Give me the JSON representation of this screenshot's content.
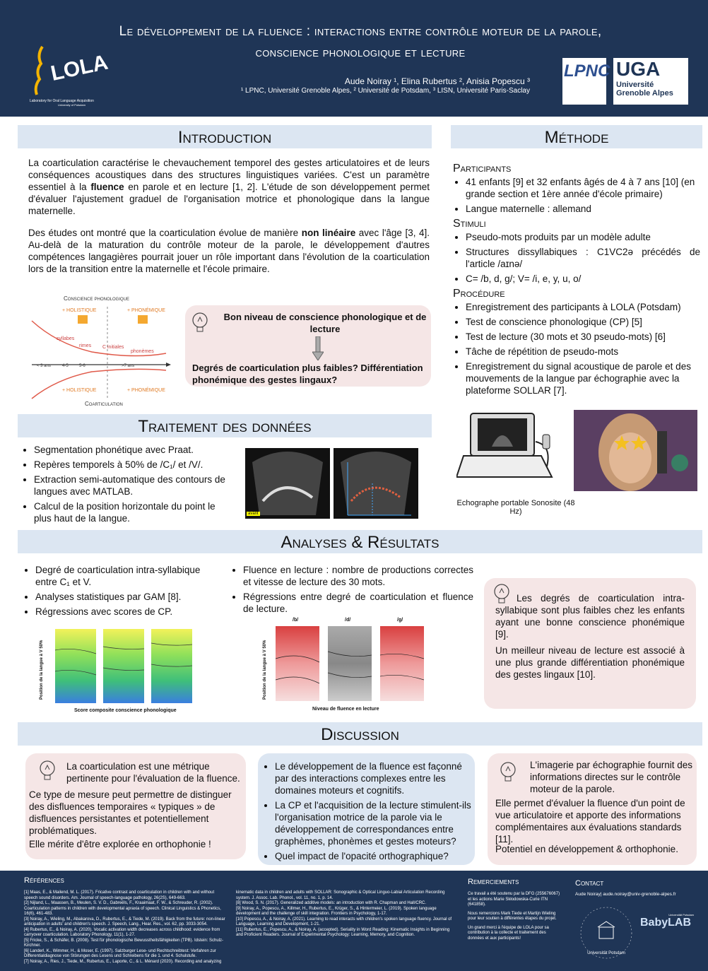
{
  "header": {
    "title_line1": "Le développement de la fluence : interactions entre contrôle moteur de la parole,",
    "title_line2": "conscience phonologique et lecture",
    "authors": "Aude Noiray ¹, Elina Rubertus ², Anisia Popescu ³",
    "affiliations": "¹ LPNC, Université Grenoble Alpes, ² Université de Potsdam, ³ LISN, Université Paris-Saclay",
    "lola_logo": "LOLA",
    "lola_sub": "Laboratory for Oral Language Acquisition",
    "lola_sub2": "University of Potsdam",
    "lpnc_logo": "LPNC",
    "uga_logo": "UGA",
    "uga_line1": "Université",
    "uga_line2": "Grenoble Alpes"
  },
  "introduction": {
    "heading": "Introduction",
    "p1_a": "La coarticulation caractérise le chevauchement temporel des gestes articulatoires et de leurs conséquences acoustiques dans des structures linguistiques variées. C'est un paramètre essentiel à la ",
    "p1_bold": "fluence",
    "p1_b": " en parole et en lecture [1, 2]. L'étude de son développement permet d'évaluer l'ajustement graduel de l'organisation motrice et phonologique dans la langue maternelle.",
    "p2_a": "Des études ont montré que la coarticulation évolue de manière ",
    "p2_bold": "non linéaire",
    "p2_b": " avec l'âge [3, 4]. Au-delà de la maturation du contrôle moteur de la parole, le développement d'autres compétences langagières pourrait jouer un rôle important dans l'évolution de la coarticulation lors de la transition entre la maternelle et l'école primaire.",
    "diagram": {
      "top_label": "Conscience phonologique",
      "holistic": "+ HOLISTIQUE",
      "phonemic": "+ PHONÉMIQUE",
      "syllabes": "syllabes",
      "rimes": "rimes",
      "c_initiales": "C initiales",
      "phonemes": "phonèmes",
      "ages": [
        "< 3 ans",
        "4-5",
        "5-6",
        ">7 ans"
      ],
      "bottom_holistic": "+ HOLISTIQUE",
      "bottom_phonemic": "+ PHONÉMIQUE",
      "bottom_label": "Coarticulation"
    },
    "box_top": "Bon niveau de conscience phonologique et de lecture",
    "box_bottom": "Degrés de coarticulation plus faibles? Différentiation phonémique des gestes lingaux?"
  },
  "methode": {
    "heading": "Méthode",
    "participants_title": "Participants",
    "participants": [
      "41 enfants [9] et 32 enfants âgés de 4 à 7 ans [10] (en grande section et 1ère année d'école primaire)",
      "Langue maternelle : allemand"
    ],
    "stimuli_title": "Stimuli",
    "stimuli": [
      "Pseudo-mots produits par un modèle adulte",
      "Structures dissyllabiques : C1VC2ə précédés de l'article /aɪnə/",
      "C= /b, d, g/; V= /i, e, y,  u, o/"
    ],
    "procedure_title": "Procédure",
    "procedure": [
      "Enregistrement des participants à LOLA (Potsdam)",
      "Test de conscience phonologique (CP) [5]",
      "Test de lecture (30 mots et 30 pseudo-mots) [6]",
      "Tâche de répétition de pseudo-mots",
      "Enregistrement du signal acoustique de parole et des mouvements de la langue par échographie avec la plateforme SOLLAR [7]."
    ],
    "caption": "Echographe portable Sonosite (48 Hz)"
  },
  "traitement": {
    "heading": "Traitement des données",
    "items": [
      "Segmentation phonétique avec Praat.",
      "Repères temporels à 50% de /C₁/  et /V/.",
      "Extraction semi-automatique des contours de langues avec MATLAB.",
      "Calcul de la position horizontale du point le plus haut de la langue."
    ],
    "avant_label": "avant"
  },
  "analyses": {
    "heading": "Analyses & Résultats",
    "col1": [
      "Degré de coarticulation intra-syllabique entre C₁ et V.",
      "Analyses statistiques par GAM [8].",
      "Régressions avec scores de CP."
    ],
    "col2": [
      "Fluence en lecture : nombre de productions correctes et vitesse de lecture des 30 mots.",
      "Régressions entre degré de coarticulation et fluence de lecture."
    ],
    "plot1_ylabel": "Position de la langue à V 50%",
    "plot1_xlabel": "Score composite conscience phonologique",
    "plot2_ylabel": "Position de la langue à V 50%",
    "plot2_xlabel": "Niveau de fluence en lecture",
    "plot2_panels": [
      "/b/",
      "/d/",
      "/g/"
    ],
    "box_p1": "Les degrés de coarticulation intra-syllabique sont plus faibles chez les enfants ayant une bonne conscience phonémique [9].",
    "box_p2": "Un meilleur niveau de lecture est associé à une plus grande différentiation phonémique des gestes lingaux [10]."
  },
  "discussion": {
    "heading": "Discussion",
    "left_lead": "La coarticulation est une métrique pertinente pour l'évaluation de la fluence.",
    "left_p1": "Ce type de mesure peut permettre de distinguer des disfluences temporaires « typiques » de disfluences persistantes et potentiellement problématiques.",
    "left_p2": "Elle mérite d'être explorée en orthophonie !",
    "middle": [
      "Le développement de la fluence est façonné par des interactions complexes entre les domaines moteurs et cognitifs.",
      "La CP et l'acquisition de la lecture stimulent-ils l'organisation motrice de la parole via le développement de correspondances entre graphèmes, phonèmes et gestes moteurs?",
      "Quel impact de l'opacité orthographique?"
    ],
    "right_lead": "L'imagerie par échographie fournit des informations directes sur le contrôle moteur de la parole.",
    "right_p1": "Elle permet d'évaluer la fluence d'un point de vue articulatoire et apporte des informations complémentaires aux évaluations standards [11].",
    "right_p2": "Potentiel en développement & orthophonie."
  },
  "footer": {
    "refs_title": "Références",
    "refs_left": [
      "[1] Maas, E., & Mailend, M. L. (2017). Fricative contrast and coarticulation in children with and without speech sound disorders. Am. Journal of speech-language pathology, 26(2S), 649-663.",
      "[2] Nijland, L., Maassen, B., Meulen, S. V. D., Gabreëls, F., Kraaimaat, F. W., & Schreuder, R. (2002). Coarticulation patterns in children with developmental apraxia of speech. Clinical Linguistics & Phonetics, 16(6), 461-483.",
      "[3] Noiray, A., Wieling, M., Abakarova, D., Rubertus, E., & Tiede, M. (2019). Back from the future: non-linear anticipation in adults' and children's speech. J. Speech, Lang., Hear. Res., vol. 62, pp. 3033-3054.",
      "[4] Rubertus, E., & Noiray, A. (2020). Vocalic activation width decreases across childhood: evidence from carryover coarticulation. Laboratory Phonology, 11(1), 1-27.",
      "[5] Fricke, S., & Schäfer, B. (2008). Test für phonologische Bewusstheitsfähigkeiten (TPB). Idstein: Schulz-Kirchner.",
      "[6] Landerl, K., Wimmer, H., & Moser, E. (1997). Salzburger Lese- und Rechtschreibtest: Verfahren zur Differentialdiagnose von Störungen des Lesens und Schreibens für die 1. und 4. Schulstufe.",
      "[7] Noiray, A., Ries, J., Tiede, M., Rubertus, E., Laporte, C., & L. Ménard (2020). Recording and analyzing"
    ],
    "refs_right": [
      "kinematic data in children and adults with SOLLAR: Sonographic & Optical Linguo-Labial Articulation Recording system. J. Assoc. Lab. Phonol., vol. 11, no. 1, p. 14.",
      "[8] Wood, S. N. (2017). Generalized additive models: an introduction with R. Chapman and Hall/CRC.",
      "[9] Noiray, A., Popescu, A., Killmer, H., Rubertus, E., Krüger, S., & Hintermeier, L. (2019). Spoken language development and the challenge of skill integration. Frontiers in Psychology, 1-17.",
      "[10] Popescu, A., & Noiray, A. (2021). Learning to read interacts with children's spoken language fluency. Journal of Language, Learning and Development, 1-21.",
      "[11] Rubertus, E., Popescu, A., & Noiray, A. (accepted). Seriality in Word Reading: Kinematic Insights in Beginning and Proficient Readers. Journal of Experimental Psychology: Learning, Memory, and Cognition."
    ],
    "thanks_title": "Remerciements",
    "thanks_p1": "Ce travail a été soutenu par la DFG (255676067) et les actions Marie Skłodowska-Curie ITN (641858).",
    "thanks_p2": "Nous remercions Mark Tiede et Martijn Wieling pour leur soutien à différentes étapes du projet.",
    "thanks_p3": "Un grand merci à l'équipe de LOLA pour sa contribution à la collecte et traitement des données et aux participants!",
    "contact_title": "Contact",
    "contact_email": "Aude Noiray| aude.noiray@univ-grenoble-alpes.fr",
    "potsdam_logo": "Universität Potsdam",
    "babylab_logo": "BabyLAB",
    "babylab_top": "Universität Potsdam"
  }
}
